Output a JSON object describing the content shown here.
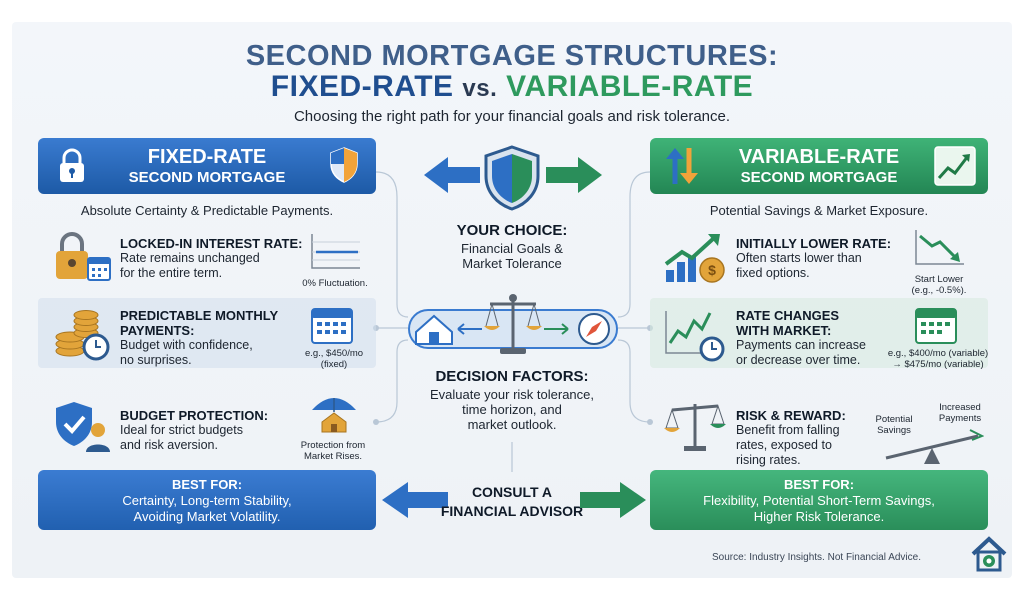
{
  "title": {
    "line1": "SECOND MORTGAGE STRUCTURES:",
    "fixed": "FIXED-RATE",
    "vs": "vs.",
    "variable": "VARIABLE-RATE"
  },
  "subtitle": "Choosing the right path for your financial goals and risk tolerance.",
  "fixed": {
    "banner_line1": "FIXED-RATE",
    "banner_line2": "SECOND MORTGAGE",
    "tagline": "Absolute Certainty & Predictable Payments.",
    "features": [
      {
        "heading": "LOCKED-IN INTEREST RATE:",
        "text_line1": "Rate remains unchanged",
        "text_line2": "for the entire term.",
        "note": "0% Fluctuation."
      },
      {
        "heading_line1": "PREDICTABLE MONTHLY",
        "heading_line2": "PAYMENTS:",
        "text_line1": "Budget with confidence,",
        "text_line2": "no surprises.",
        "note_line1": "e.g., $450/mo",
        "note_line2": "(fixed)"
      },
      {
        "heading": "BUDGET PROTECTION:",
        "text_line1": "Ideal for strict budgets",
        "text_line2": "and risk aversion.",
        "note_line1": "Protection from",
        "note_line2": "Market Rises."
      }
    ],
    "best_for_heading": "BEST FOR:",
    "best_for_line1": "Certainty, Long-term Stability,",
    "best_for_line2": "Avoiding Market Volatility."
  },
  "variable": {
    "banner_line1": "VARIABLE-RATE",
    "banner_line2": "SECOND MORTGAGE",
    "tagline": "Potential Savings & Market Exposure.",
    "features": [
      {
        "heading": "INITIALLY LOWER RATE:",
        "text_line1": "Often starts lower than",
        "text_line2": "fixed options.",
        "note_line1": "Start Lower",
        "note_line2": "(e.g., -0.5%)."
      },
      {
        "heading_line1": "RATE CHANGES",
        "heading_line2": "WITH MARKET:",
        "text_line1": "Payments can increase",
        "text_line2": "or decrease over time.",
        "note_line1": "e.g., $400/mo (variable)",
        "note_line2": "→ $475/mo (variable)"
      },
      {
        "heading": "RISK & REWARD:",
        "text_line1": "Benefit from falling",
        "text_line2": "rates, exposed to",
        "text_line3": "rising rates.",
        "note_left_line1": "Potential",
        "note_left_line2": "Savings",
        "note_right_line1": "Increased",
        "note_right_line2": "Payments"
      }
    ],
    "best_for_heading": "BEST FOR:",
    "best_for_line1": "Flexibility, Potential Short-Term Savings,",
    "best_for_line2": "Higher Risk Tolerance."
  },
  "center": {
    "choice_heading": "YOUR CHOICE:",
    "choice_line1": "Financial Goals &",
    "choice_line2": "Market Tolerance",
    "factors_heading": "DECISION FACTORS:",
    "factors_line1": "Evaluate your risk tolerance,",
    "factors_line2": "time horizon, and",
    "factors_line3": "market outlook.",
    "consult_line1": "CONSULT A",
    "consult_line2": "FINANCIAL ADVISOR"
  },
  "source": "Source: Industry Insights. Not Financial Advice.",
  "colors": {
    "fixed_blue": "#1d5aa6",
    "variable_green": "#238654",
    "title_navy": "#3f5f8a"
  }
}
